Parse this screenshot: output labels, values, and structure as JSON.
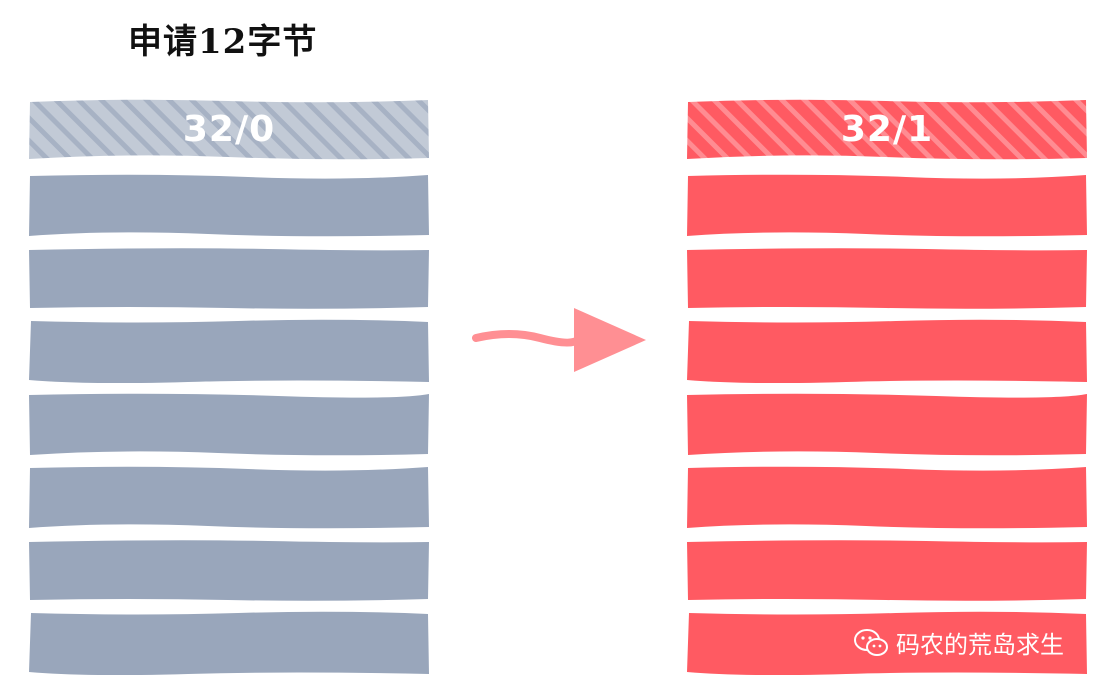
{
  "title": "申请12字节",
  "left_block": {
    "header_label": "32/0",
    "color": "#99a6bb",
    "header_color": "#c2cad6",
    "stripe_color": "#a7b2c4",
    "rows": 7
  },
  "right_block": {
    "header_label": "32/1",
    "color": "#ff5a62",
    "header_color": "#ff5a62",
    "stripe_color": "#ff8c92",
    "rows": 7
  },
  "arrow": {
    "color": "#ff8f93"
  },
  "watermark": {
    "icon": "wechat-icon",
    "text": "码农的荒岛求生"
  }
}
